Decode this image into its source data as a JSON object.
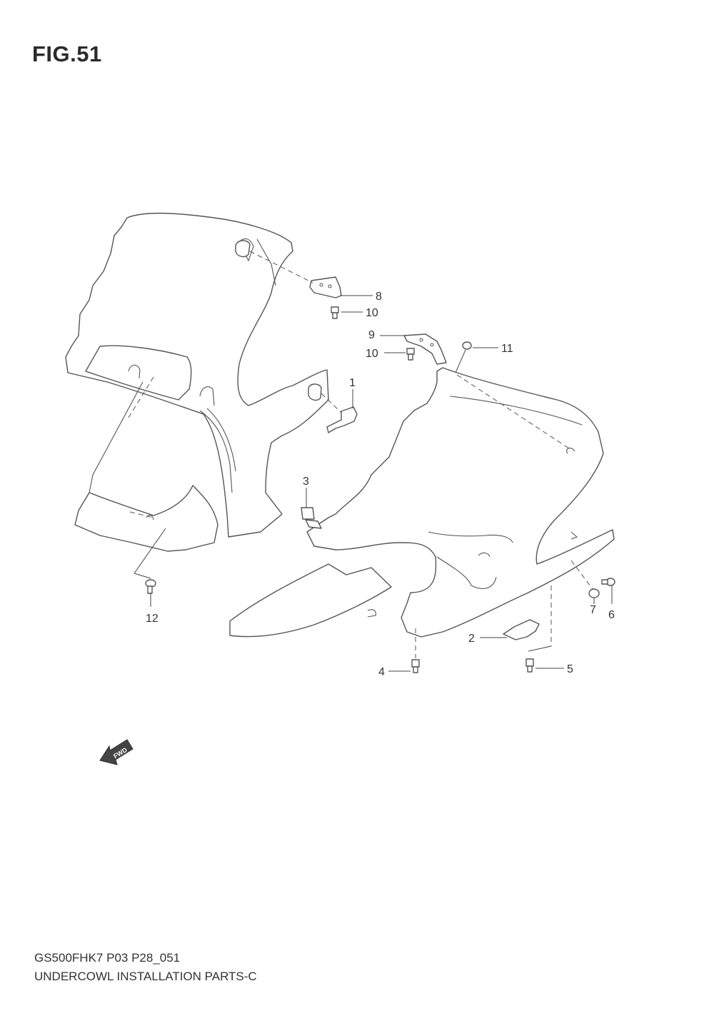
{
  "figure_label": "FIG.51",
  "model_code": "GS500FHK7 P03 P28_051",
  "diagram_title": "UNDERCOWL  INSTALLATION PARTS-C",
  "fwd_label": "FWD",
  "callouts": {
    "c1": "1",
    "c2": "2",
    "c3": "3",
    "c4": "4",
    "c5": "5",
    "c6": "6",
    "c7": "7",
    "c8": "8",
    "c9": "9",
    "c10a": "10",
    "c10b": "10",
    "c11": "11",
    "c12": "12"
  }
}
